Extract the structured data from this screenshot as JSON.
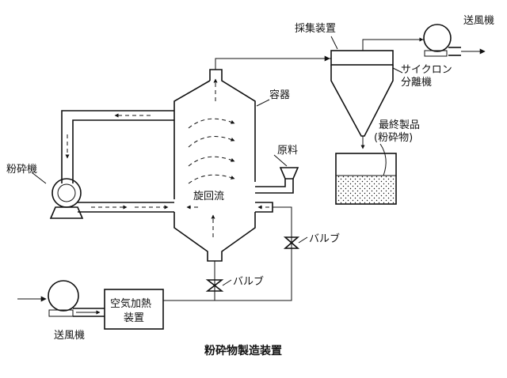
{
  "caption": "粉砕物製造装置",
  "labels": {
    "crusher": "粉砕機",
    "blower_left": "送風機",
    "blower_top": "送風機",
    "collector": "採集装置",
    "cyclone_line1": "サイクロン",
    "cyclone_line2": "分離機",
    "vessel": "容器",
    "raw_material": "原料",
    "swirl_flow": "旋回流",
    "valve_right": "バルブ",
    "valve_bottom": "バルブ",
    "heater_line1": "空気加熱",
    "heater_line2": "装置",
    "product_line1": "最終製品",
    "product_line2": "(粉砕物)"
  },
  "colors": {
    "line": "#111111",
    "background": "#ffffff"
  }
}
